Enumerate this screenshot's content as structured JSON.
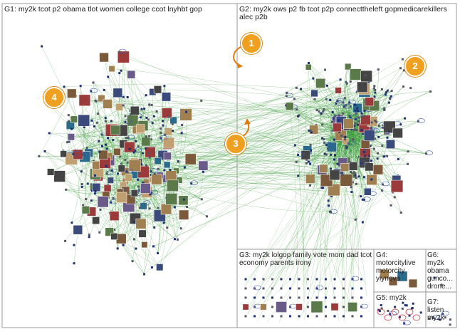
{
  "groups": {
    "g1": "G1: my2k tcot p2 obama tlot women college ccot lnyhbt gop",
    "g2": "G2: my2k ows p2 fb tcot p2p connecttheleft gopmedicarekillers alec p2b",
    "g3": "G3: my2k lolgop family vote mom dad tcot economy parents irony",
    "g4": "G4: motorcitylive motorcity yiynova",
    "g5": "G5: my2k",
    "g6": "G6: my2k obama gunco... drone...",
    "g7": "G7: listen my2k"
  },
  "markers": [
    "1",
    "2",
    "3",
    "4"
  ],
  "colors": {
    "edge": "#3a9b3a",
    "marker": "#f0a020",
    "node_outline": "#3b55b0",
    "frame": "#9a9a9a",
    "arrow": "#e07b10"
  }
}
